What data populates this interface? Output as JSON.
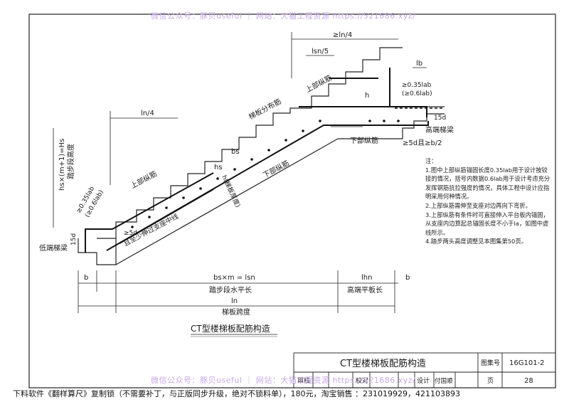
{
  "watermark_top": "微信公众号：豚贝useful ｜ 网站：大猫工程资源 https://521686.xyz/",
  "watermark_bottom": "微信公众号：豚贝useful ｜ 网站：大猫工程资源 https://521686.xyz/",
  "footer_text": "下料软件《翻样算尺》复制锁（不需要补丁，与正版同步升级，绝对不锁料单），180元，淘宝销售        ：231019929，421103893",
  "diagram": {
    "caption": "CT型楼梯板配筋构造",
    "labels": {
      "top_span": "≥ln/4",
      "lsn5": "lsn/5",
      "lb": "lb",
      "anchor_high_a": "≥0.35lab",
      "anchor_high_b": "(≥0.6lab)",
      "h": "h",
      "d15_high": "15d",
      "high_beam": "高端梯梁",
      "ge5d_high": "≥5d且≥b/2",
      "ln4": "ln/4",
      "dist_bar": "梯板分布筋",
      "upper_bar_right": "上部纵筋",
      "upper_bar_left": "上部纵筋",
      "lower_bar_right": "下部纵筋",
      "lower_bar_mid": "下部纵筋",
      "bs": "bs",
      "hs": "hs",
      "height_formula": "hs×(m+1)=Hs",
      "height_label": "踏步段高度",
      "slab_thick": "h(梯板厚度)",
      "anchor_low_a": "≥0.35lab",
      "anchor_low_b": "(≥0.6lab)",
      "ge5d_low": "≥5d",
      "to_beam_center": "且至少伸过支座中线",
      "d15_low": "15d",
      "low_beam": "低端梯梁",
      "b_left": "b",
      "b_right": "b",
      "bsm": "bs×m = lsn",
      "tread_len": "踏步段水平长",
      "lhn": "lhn",
      "high_platform": "高端平板长",
      "ln": "ln",
      "span": "梯板跨度"
    }
  },
  "notes": {
    "title": "注：",
    "items": [
      "1.图中上部纵筋锚固长度0.35lab用于设计按铰接的情况，括号内数据0.6lab用于设计考虑充分发挥钢筋抗拉强度的情况，具体工程中设计应指明采用何种情况。",
      "2.上部纵筋需伸至支座对边再向下弯折。",
      "3.上部纵筋有条件时可直接伸入平台板内锚固，从支座内边算起总锚固长度不小于la，如图中虚线所示。",
      "4.踏步两头高度调整见本图集第50页。"
    ]
  },
  "title_block": {
    "title": "CT型楼梯板配筋构造",
    "atlas_label": "图集号",
    "atlas_no": "16G101-2",
    "review": "审核",
    "check": "校对",
    "design": "设计",
    "designer": "付国顺",
    "page_label": "页",
    "page_no": "28"
  }
}
